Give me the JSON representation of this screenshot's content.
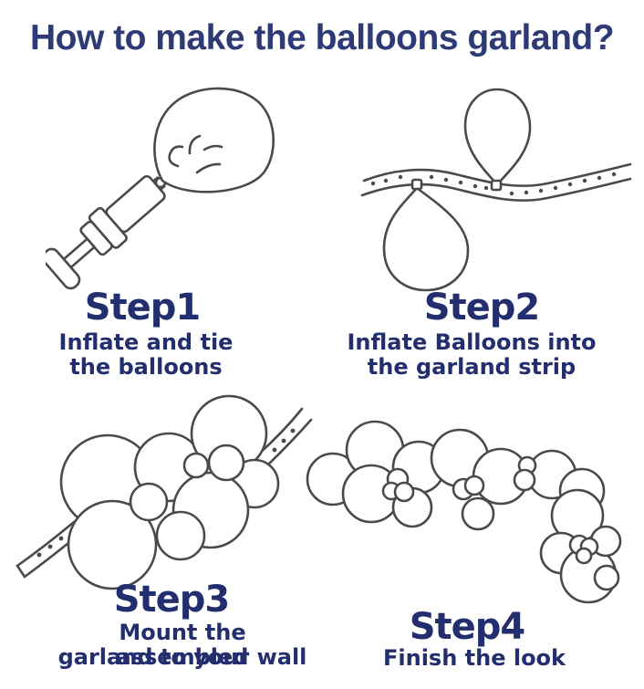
{
  "title": {
    "text": "How to make the balloons garland?"
  },
  "colors": {
    "title": "#2e3a75",
    "step_text": "#232e6e",
    "line": "#4a4a4a",
    "background": "#ffffff"
  },
  "steps": [
    {
      "label": "Step1",
      "caption_line1": "Inflate and tie",
      "caption_line2": "the balloons",
      "illustration": "balloon-pump-icon"
    },
    {
      "label": "Step2",
      "caption_line1": "Inflate Balloons into",
      "caption_line2": "the garland strip",
      "illustration": "balloons-on-garland-strip-icon"
    },
    {
      "label": "Step3",
      "caption_line1": "Mount the assembled",
      "caption_line2": "garland to your wall",
      "illustration": "assembled-garland-cluster-icon"
    },
    {
      "label": "Step4",
      "caption_line1": "Finish the look",
      "caption_line2": "",
      "illustration": "finished-garland-arc-icon"
    }
  ]
}
